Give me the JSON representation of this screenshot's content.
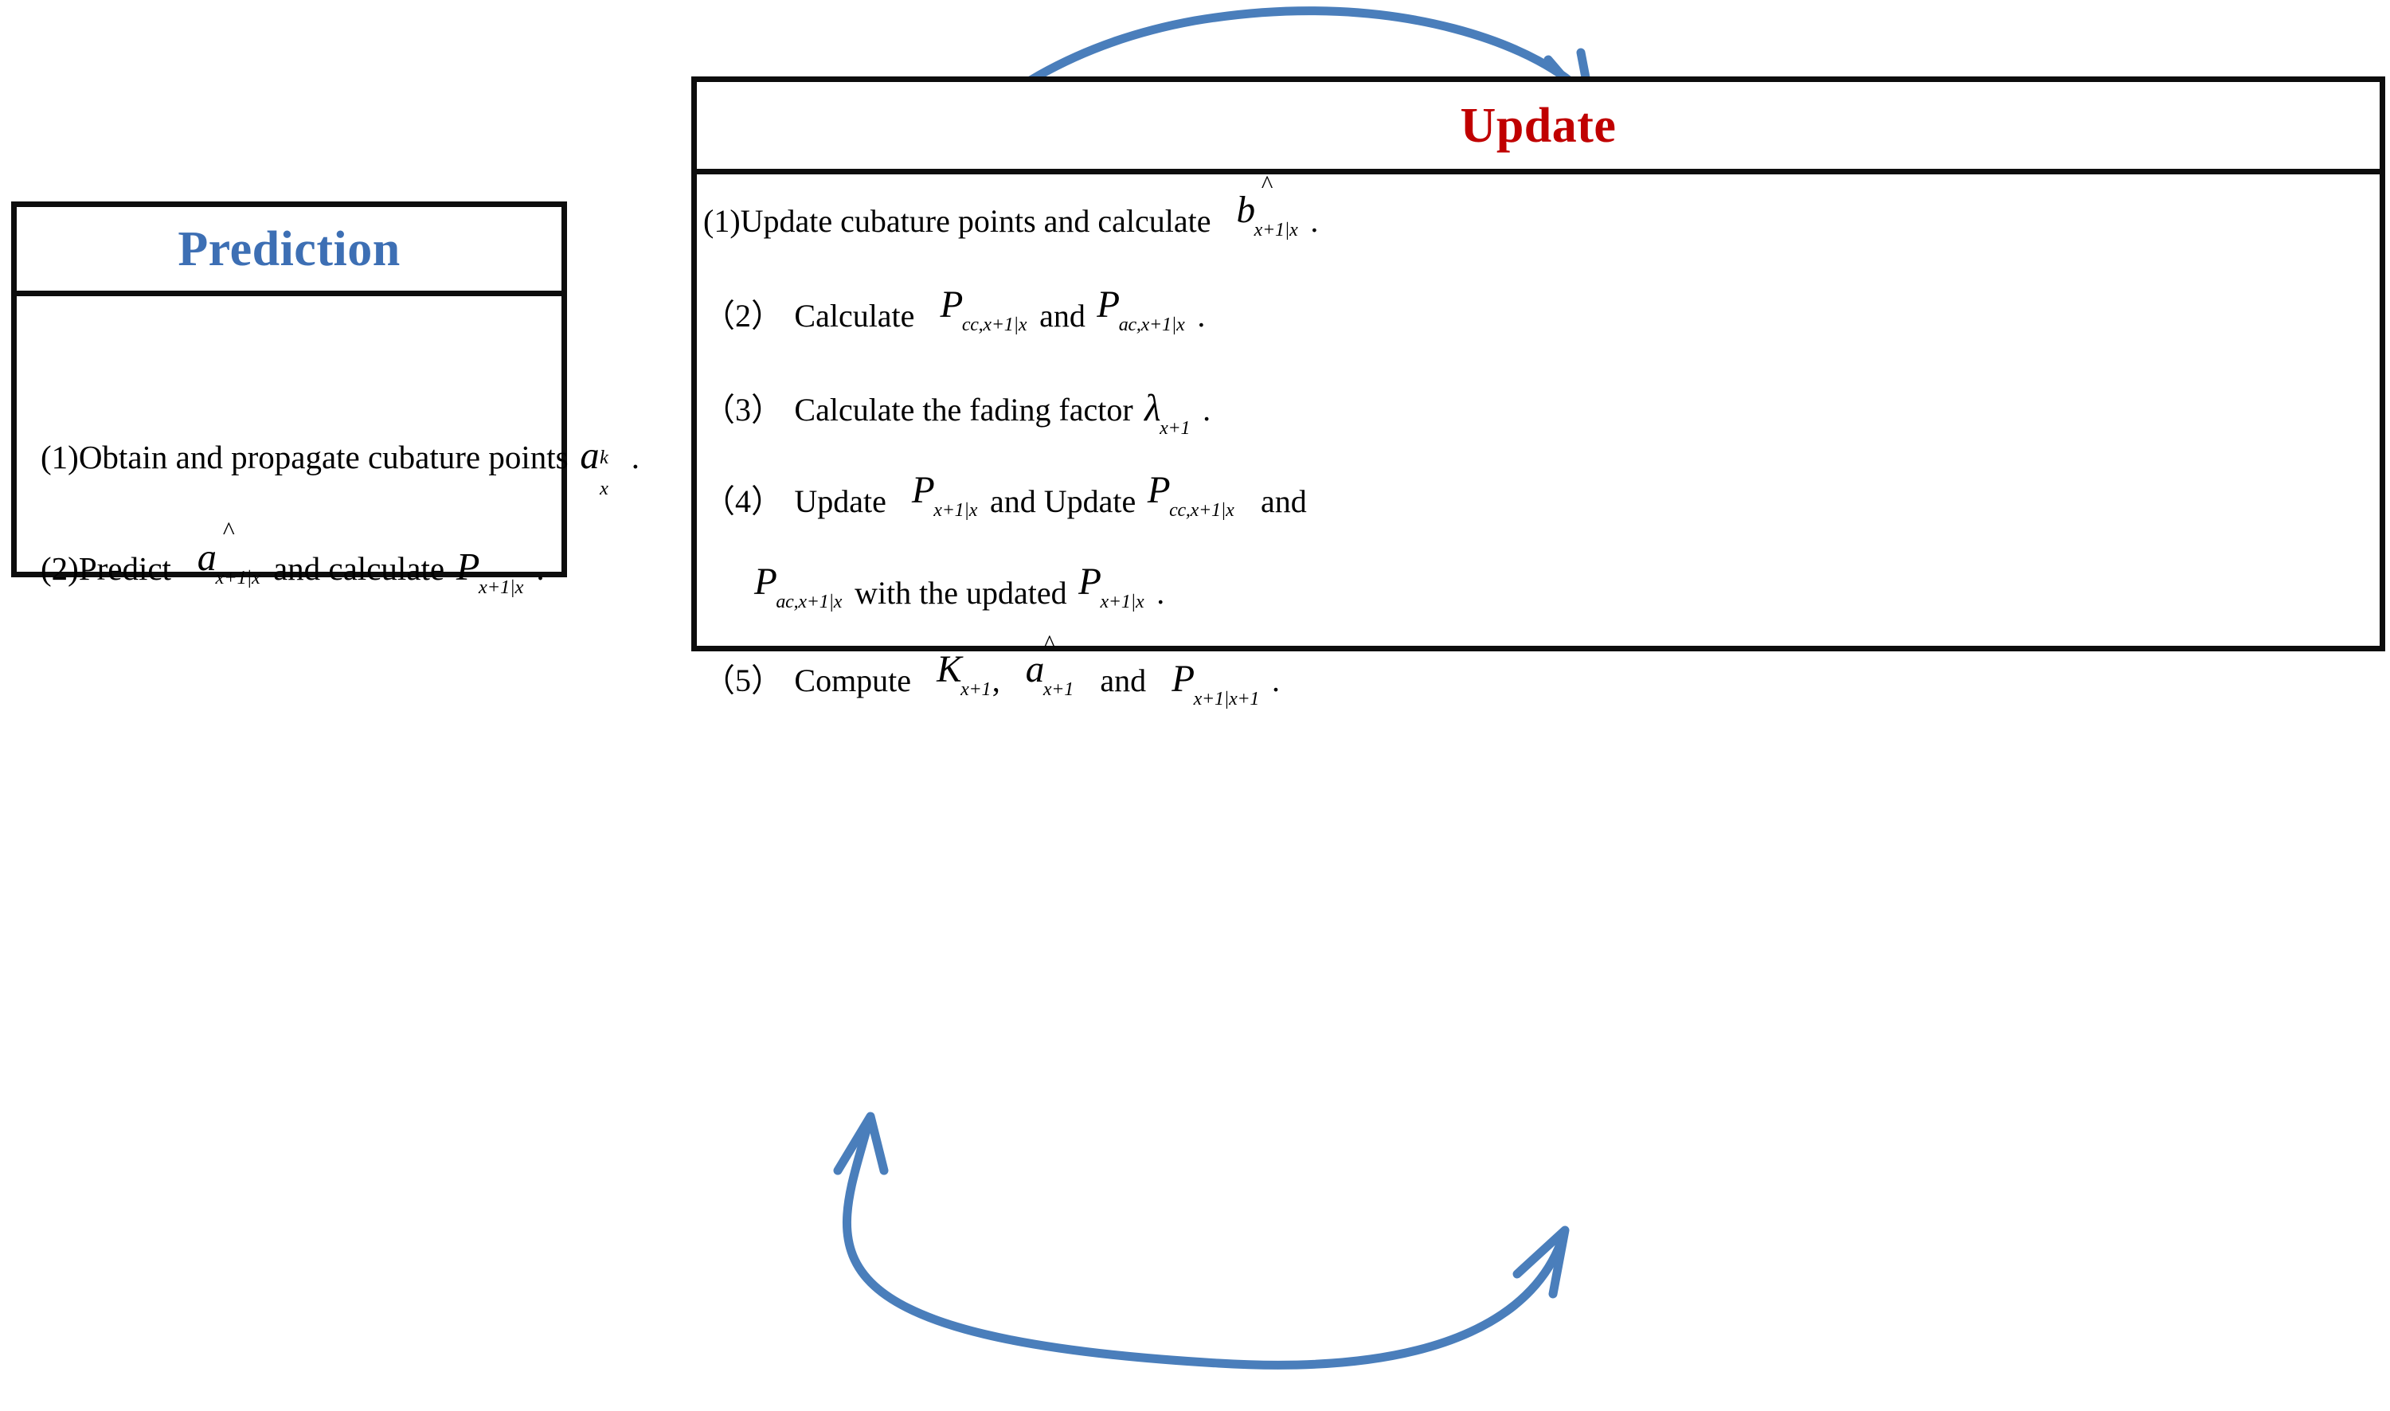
{
  "diagram": {
    "type": "cubature-kalman-filter-cycle",
    "colors": {
      "prediction_title": "#3d6fb4",
      "update_title": "#c00000",
      "arrow": "#4a7ebb",
      "box_border": "#0d0d0d",
      "background": "#ffffff"
    },
    "prediction_box": {
      "title": "Prediction",
      "items": [
        {
          "label": "(1)",
          "text_before": "Obtain and propagate cubature points",
          "symbol": {
            "base": "a",
            "sup": "k",
            "sub": "x"
          },
          "text_after": ".",
          "full_text": "(1)Obtain and propagate cubature points a^k_x ."
        },
        {
          "label": "(2)",
          "text_before": "Predict",
          "symbol1": {
            "base": "a",
            "hat": true,
            "sub": "x+1|x"
          },
          "text_middle": "and calculate",
          "symbol2": {
            "base": "P",
            "sub": "x+1|x"
          },
          "text_after": ".",
          "full_text": "(2)Predict â_{x+1|x} and calculate P_{x+1|x} ."
        }
      ]
    },
    "update_box": {
      "title": "Update",
      "items": [
        {
          "label": "(1)",
          "text_before": "Update cubature points and calculate",
          "symbol1": {
            "base": "b",
            "hat": true,
            "sub": "x+1|x"
          },
          "text_after": ".",
          "full_text": "(1)Update cubature points and calculate b̂_{x+1|x} ."
        },
        {
          "label": "（2）",
          "text_before": "Calculate",
          "symbol1": {
            "base": "P",
            "sub": "cc,x+1|x"
          },
          "text_middle": "and",
          "symbol2": {
            "base": "P",
            "sub": "ac,x+1|x"
          },
          "text_after": ".",
          "full_text": "（2）Calculate P_{cc,x+1|x} and P_{ac,x+1|x} ."
        },
        {
          "label": "（3）",
          "text_before": "Calculate the fading factor",
          "symbol1": {
            "base": "λ",
            "sub": "x+1"
          },
          "text_after": ".",
          "full_text": "（3）Calculate the fading factor λ_{x+1} ."
        },
        {
          "label": "（4）",
          "text_before": "Update",
          "symbol1": {
            "base": "P",
            "sub": "x+1|x"
          },
          "text_middle": "and Update",
          "symbol2": {
            "base": "P",
            "sub": "cc,x+1|x"
          },
          "text_after": "and",
          "cont_symbol1": {
            "base": "P",
            "sub": "ac,x+1|x"
          },
          "cont_text_middle": "with the updated",
          "cont_symbol2": {
            "base": "P",
            "sub": "x+1|x"
          },
          "cont_text_after": ".",
          "full_text": "（4）Update P_{x+1|x} and Update P_{cc,x+1|x} and P_{ac,x+1|x} with the updated P_{x+1|x} ."
        },
        {
          "label": "（5）",
          "text_before": "Compute",
          "symbol1": {
            "base": "K",
            "sub": "x+1"
          },
          "separator": ",",
          "symbol2": {
            "base": "a",
            "hat": true,
            "sub": "x+1"
          },
          "text_middle": "and",
          "symbol3": {
            "base": "P",
            "sub": "x+1|x+1"
          },
          "text_after": ".",
          "full_text": "（5）Compute K_{x+1}, â_{x+1} and P_{x+1|x+1} ."
        }
      ]
    },
    "arrows": [
      {
        "name": "prediction-to-update",
        "direction": "clockwise-top",
        "from": "Prediction",
        "to": "Update"
      },
      {
        "name": "update-to-prediction",
        "direction": "counterclockwise-bottom",
        "from": "Update",
        "to": "Prediction"
      }
    ],
    "glyphs": {
      "hat": "^",
      "period": ".",
      "comma": ","
    }
  }
}
